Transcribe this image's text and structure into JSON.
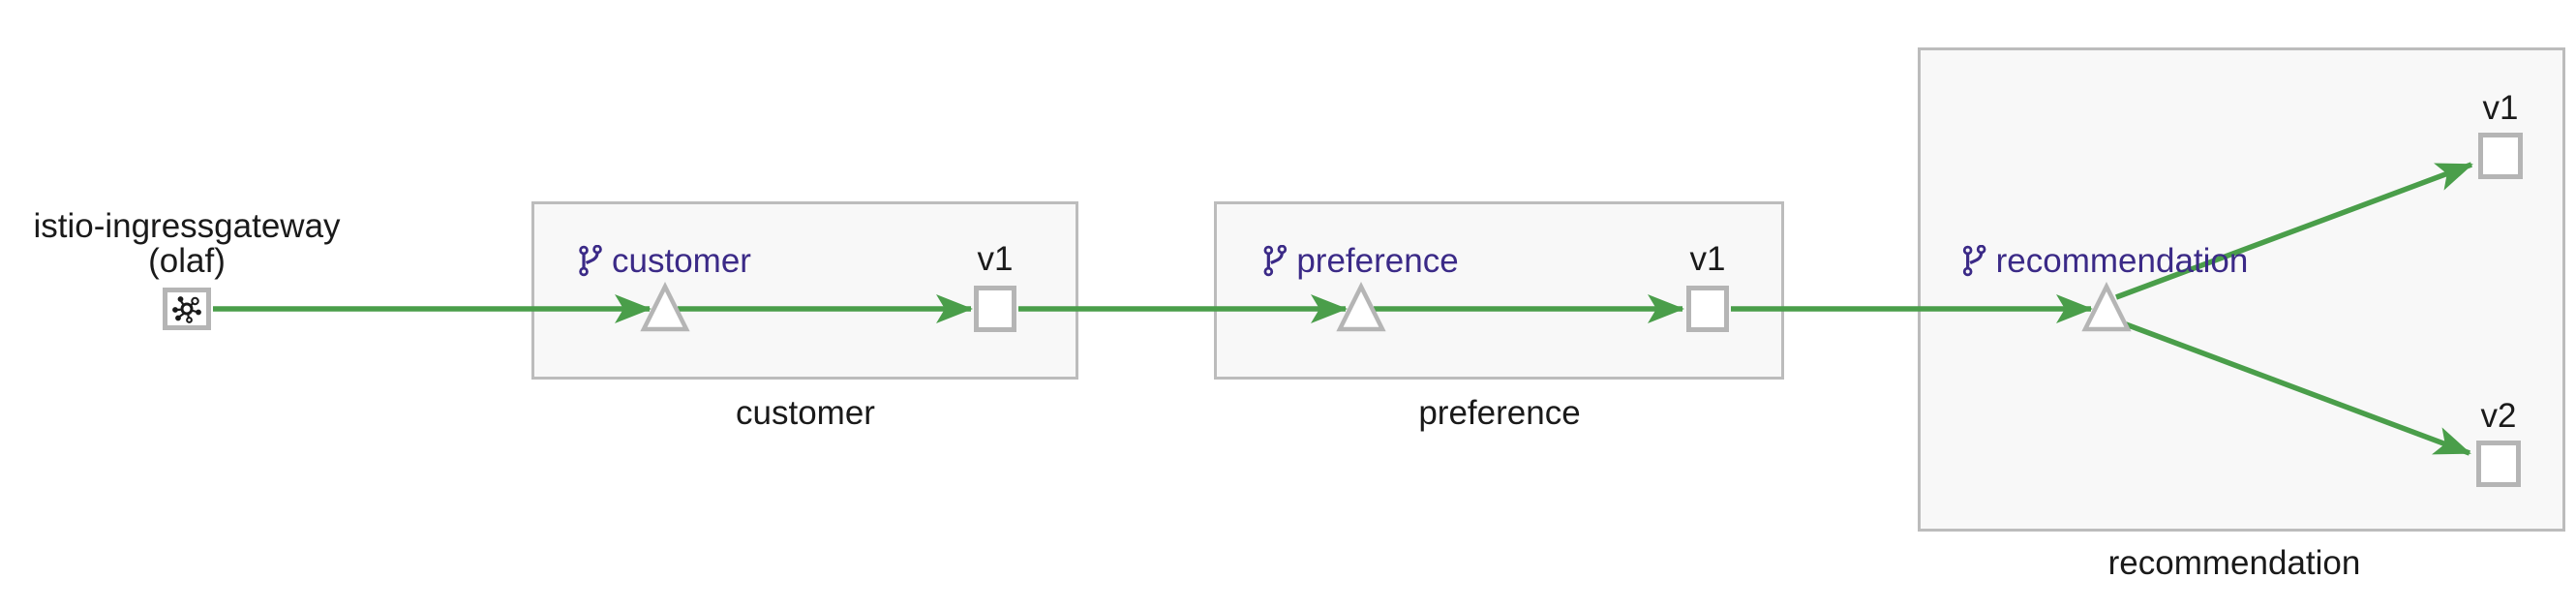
{
  "graph": {
    "gateway": {
      "label_line1": "istio-ingressgateway",
      "label_line2": "(olaf)",
      "icon": "mesh-icon"
    },
    "apps": [
      {
        "app_label": "customer",
        "box_label": "customer",
        "icon": "code-branch-icon",
        "versions": [
          {
            "label": "v1"
          }
        ]
      },
      {
        "app_label": "preference",
        "box_label": "preference",
        "icon": "code-branch-icon",
        "versions": [
          {
            "label": "v1"
          }
        ]
      },
      {
        "app_label": "recommendation",
        "box_label": "recommendation",
        "icon": "code-branch-icon",
        "versions": [
          {
            "label": "v1"
          },
          {
            "label": "v2"
          }
        ]
      }
    ],
    "colors": {
      "edge_green": "#4a9e4a",
      "app_label_purple": "#3b2a87",
      "box_border": "#bcbcbc",
      "box_fill": "#f8f8f8",
      "node_border": "#b5b5b5",
      "node_fill": "#ffffff",
      "text": "#1a1a1a",
      "background": "#ffffff"
    }
  }
}
